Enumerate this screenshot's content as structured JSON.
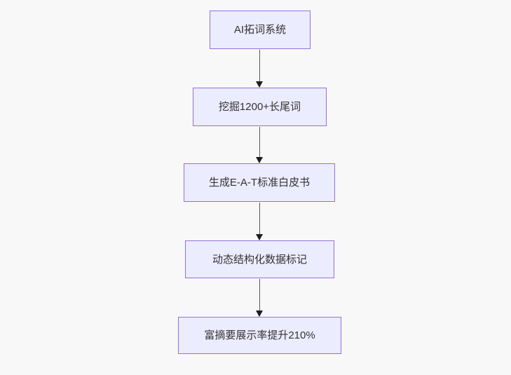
{
  "diagram": {
    "type": "flowchart-top-down",
    "background_color": "#f8f8f8",
    "node_fill_color": "#ececff",
    "node_border_color": "#9370db",
    "node_text_color": "#333333",
    "arrow_line_color": "#595959",
    "arrowhead_color": "#1c1c1c",
    "nodes": [
      {
        "label": "AI拓词系统"
      },
      {
        "label": "挖掘1200+长尾词"
      },
      {
        "label": "生成E-A-T标准白皮书"
      },
      {
        "label": "动态结构化数据标记"
      },
      {
        "label": "富摘要展示率提升210%"
      }
    ],
    "edges": [
      {
        "from": "AI拓词系统",
        "to": "挖掘1200+长尾词"
      },
      {
        "from": "挖掘1200+长尾词",
        "to": "生成E-A-T标准白皮书"
      },
      {
        "from": "生成E-A-T标准白皮书",
        "to": "动态结构化数据标记"
      },
      {
        "from": "动态结构化数据标记",
        "to": "富摘要展示率提升210%"
      }
    ]
  }
}
